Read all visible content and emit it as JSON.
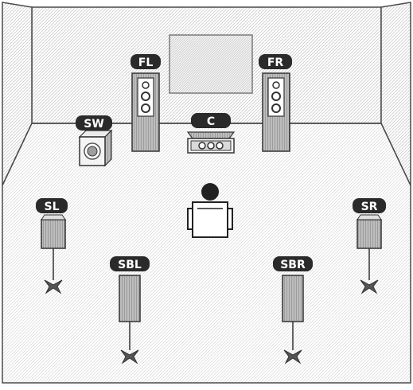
{
  "diagram": {
    "speakers": [
      {
        "id": "front-left",
        "label": "FL",
        "kind": "tower"
      },
      {
        "id": "front-right",
        "label": "FR",
        "kind": "tower"
      },
      {
        "id": "center",
        "label": "C",
        "kind": "center"
      },
      {
        "id": "subwoofer",
        "label": "SW",
        "kind": "subwoofer"
      },
      {
        "id": "surround-left",
        "label": "SL",
        "kind": "bookshelf"
      },
      {
        "id": "surround-right",
        "label": "SR",
        "kind": "bookshelf"
      },
      {
        "id": "surround-back-left",
        "label": "SBL",
        "kind": "column"
      },
      {
        "id": "surround-back-right",
        "label": "SBR",
        "kind": "column"
      }
    ],
    "listener": "listening-position",
    "screen": "tv-screen"
  }
}
